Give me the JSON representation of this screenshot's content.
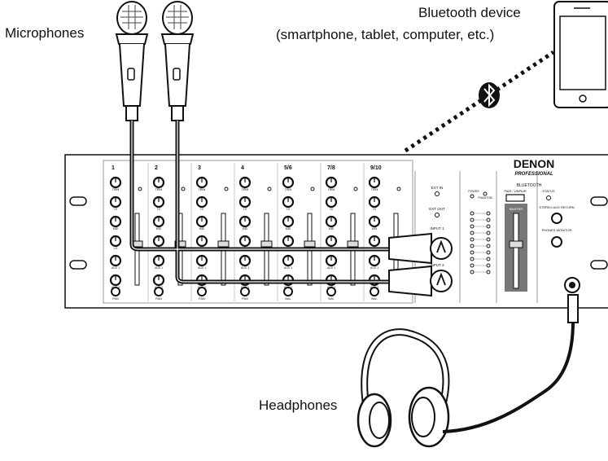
{
  "labels": {
    "microphones": "Microphones",
    "bluetooth_device_line1": "Bluetooth device",
    "bluetooth_device_line2": "(smartphone, tablet, computer, etc.)",
    "headphones": "Headphones"
  },
  "mixer": {
    "brand": "DENON",
    "sub_brand": "PROFESSIONAL",
    "bluetooth_heading": "BLUETOOTH",
    "pair_unpair": "PAIR / UNPAIR",
    "status": "STATUS",
    "stereo_aux_return": "STEREO AUX RETURN",
    "phones_monitor": "PHONES MONITOR",
    "master": "MASTER",
    "power": "POWER",
    "phantom": "PHANTOM",
    "ext_in": "EXT IN",
    "ext_out": "EXT OUT",
    "input1": "INPUT 1",
    "input2": "INPUT 2",
    "channels": [
      "1",
      "2",
      "3",
      "4",
      "5/6",
      "7/8",
      "9/10"
    ],
    "knob_labels": [
      "TRIM",
      "HI",
      "MID",
      "LO",
      "AUX 1",
      "AUX 2"
    ],
    "pan": "PAN",
    "bal": "BAL"
  },
  "icons": {
    "bluetooth": "bluetooth-icon"
  }
}
